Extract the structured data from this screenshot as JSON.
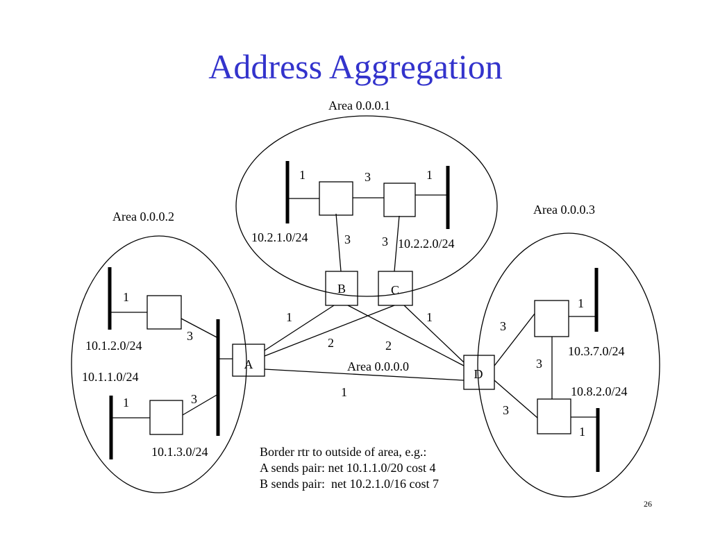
{
  "title": "Address Aggregation",
  "page_number": "26",
  "areas": {
    "a1": "Area 0.0.0.1",
    "a2": "Area 0.0.0.2",
    "a3": "Area 0.0.0.3",
    "a0": "Area 0.0.0.0"
  },
  "routers": {
    "A": "A",
    "B": "B",
    "C": "C",
    "D": "D"
  },
  "networks": {
    "n21": "10.2.1.0/24",
    "n22": "10.2.2.0/24",
    "n12": "10.1.2.0/24",
    "n11": "10.1.1.0/24",
    "n13": "10.1.3.0/24",
    "n37": "10.3.7.0/24",
    "n82": "10.8.2.0/24"
  },
  "costs": {
    "a1_left_net": "1",
    "a1_mid": "3",
    "a1_right_net": "1",
    "a1_left_down": "3",
    "a1_right_down": "3",
    "a2_top_net": "1",
    "a2_top_link": "3",
    "a2_bot_net": "1",
    "a2_bot_link": "3",
    "bb_AB": "1",
    "bb_CD": "1",
    "bb_AC": "2",
    "bb_BD": "2",
    "bb_AD": "1",
    "a3_top_net": "1",
    "a3_top_link": "3",
    "a3_mid": "3",
    "a3_bot_link": "3",
    "a3_bot_net": "1"
  },
  "note": {
    "line1": "Border rtr to outside of area, e.g.:",
    "line2": "A sends pair: net 10.1.1.0/20 cost 4",
    "line3": "B sends pair:  net 10.2.1.0/16 cost 7"
  }
}
